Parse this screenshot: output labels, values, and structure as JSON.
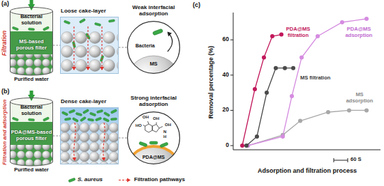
{
  "diagram": {
    "nodes": [
      {
        "text": [
          "Bacterial solution",
          "MS-based porous filter",
          "Purified water"
        ]
      },
      {
        "text": [
          "Loose cake-layer"
        ]
      },
      {
        "text": [
          "Weak interfacial adsorption",
          "Bacteria",
          "MS"
        ]
      },
      {
        "text": [
          "Bacterial solution",
          "PDA@MS-based porous filter",
          "Purified water"
        ]
      },
      {
        "text": [
          "Dense cake-layer"
        ]
      },
      {
        "text": [
          "Strong interfacial adsorption",
          "PDA@MS"
        ]
      }
    ],
    "edges": [
      {
        "from": 0,
        "to": 1,
        "arrow": "none"
      },
      {
        "from": 1,
        "to": 2,
        "arrow": "none"
      },
      {
        "from": 3,
        "to": 4,
        "arrow": "none"
      },
      {
        "from": 4,
        "to": 5,
        "arrow": "none"
      }
    ],
    "labels": [
      "(a)",
      "Filtration",
      "(b)",
      "Filtration and adsorption",
      "HO",
      "OH",
      "OH",
      "OH",
      "H",
      "N",
      "(c)",
      "Removal percentage (%)",
      "60",
      "40",
      "20",
      "0",
      "PDA@MS filtration",
      "MS filtration",
      "PDA@MS adsorption",
      "MS adsorption",
      "60 S",
      "Adsorption and filtration process"
    ],
    "legend": [
      {
        "text": "S. aureus"
      },
      {
        "text": "Filtration pathways"
      }
    ]
  }
}
